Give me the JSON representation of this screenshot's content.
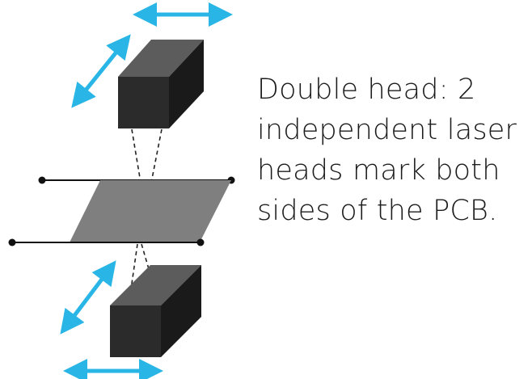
{
  "description_lines": [
    "Double head: 2",
    "independent laser",
    "heads mark both",
    "sides of the PCB."
  ],
  "colors": {
    "arrow": "#29b6e6",
    "head_front": "#2b2b2b",
    "head_side": "#1a1a1a",
    "head_top": "#5c5c5c",
    "board": "#7f7f7f",
    "rail": "#111111",
    "beam": "#222222"
  },
  "icons": {
    "arrow": "double-headed-arrow",
    "rail_end": "dot"
  }
}
